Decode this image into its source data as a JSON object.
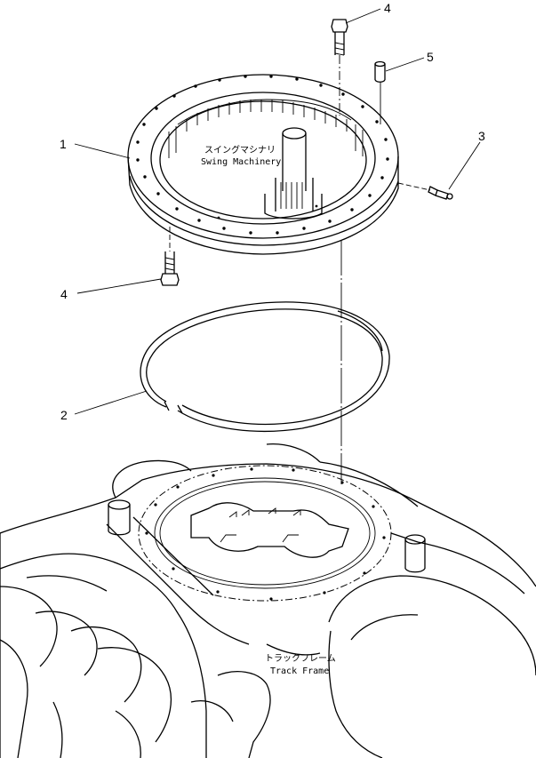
{
  "labels": {
    "swing_machinery_jp": "スイングマシナリ",
    "swing_machinery_en": "Swing Machinery",
    "track_frame_jp": "トラックフレーム",
    "track_frame_en": "Track Frame"
  },
  "callouts": [
    {
      "id": "bearing",
      "number": "1"
    },
    {
      "id": "seal-ring",
      "number": "2"
    },
    {
      "id": "grease-fitting",
      "number": "3"
    },
    {
      "id": "bolt-top",
      "number": "4"
    },
    {
      "id": "bolt-bottom",
      "number": "4"
    },
    {
      "id": "dowel-pin",
      "number": "5"
    }
  ],
  "colors": {
    "line": "#000000",
    "background": "#ffffff"
  }
}
